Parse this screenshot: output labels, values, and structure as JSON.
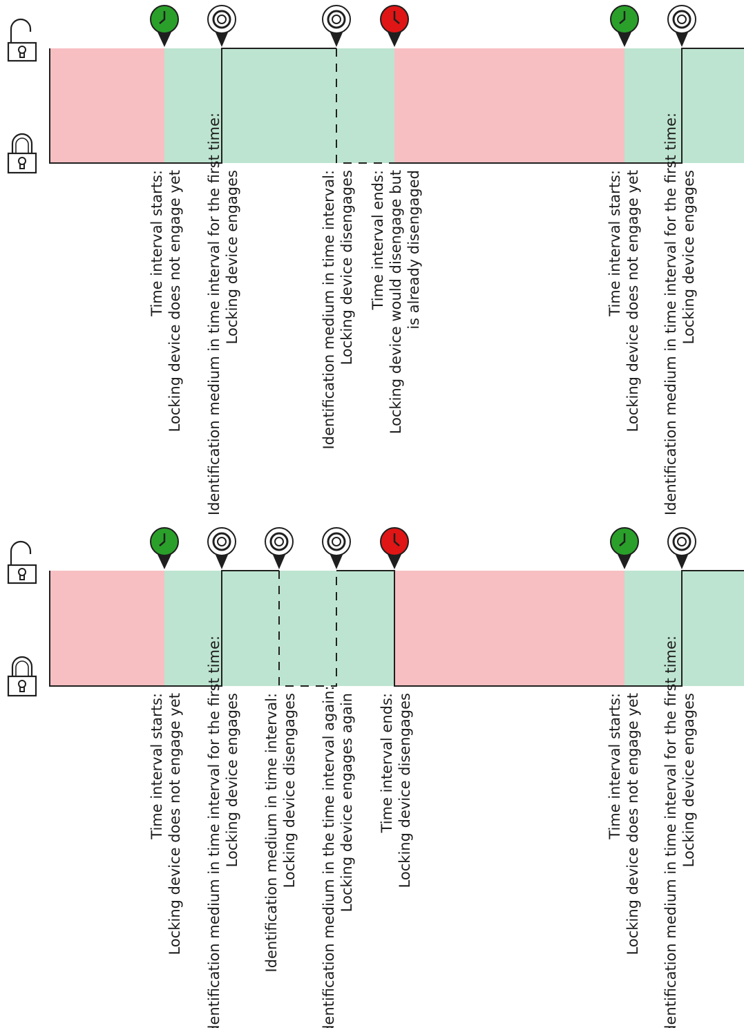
{
  "colors": {
    "locked_bg": "#f7bfc2",
    "unlocked_bg": "#bde4d0",
    "line": "#1f1f1f",
    "start_marker": "#2aa02a",
    "end_marker": "#e01515",
    "medium_marker": "#ffffff"
  },
  "icons": {
    "state_open": "padlock-open-icon",
    "state_closed": "padlock-closed-icon",
    "start": "clock-green-icon",
    "end": "clock-red-icon",
    "medium": "identification-medium-icon"
  },
  "panels": [
    {
      "id": "top",
      "labels": [
        {
          "line1": "Time interval starts:",
          "line2": "Locking device does not engage yet"
        },
        {
          "line1": "Identification medium in time interval for the first time:",
          "line2": "Locking device engages"
        },
        {
          "line1": "Identification medium in time interval:",
          "line2": "Locking device disengages"
        },
        {
          "line1": "Time interval ends:",
          "line2": "Locking device would disengage but",
          "line3": "is already disengaged"
        },
        {
          "line1": "Time interval starts:",
          "line2": "Locking device does not engage yet"
        },
        {
          "line1": "Identification medium in time interval for the first time:",
          "line2": "Locking device engages"
        }
      ]
    },
    {
      "id": "bottom",
      "labels": [
        {
          "line1": "Time interval starts:",
          "line2": "Locking device does not engage yet"
        },
        {
          "line1": "Identification medium in time interval for the first time:",
          "line2": "Locking device engages"
        },
        {
          "line1": "Identification medium in time interval:",
          "line2": "Locking device disengages"
        },
        {
          "line1": "Identification medium in the time interval again:",
          "line2": "Locking device engages again"
        },
        {
          "line1": "Time interval ends:",
          "line2": "Locking device disengages"
        },
        {
          "line1": "Time interval starts:",
          "line2": "Locking device does not engage yet"
        },
        {
          "line1": "Identification medium in time interval for the first time:",
          "line2": "Locking device engages"
        }
      ]
    }
  ]
}
